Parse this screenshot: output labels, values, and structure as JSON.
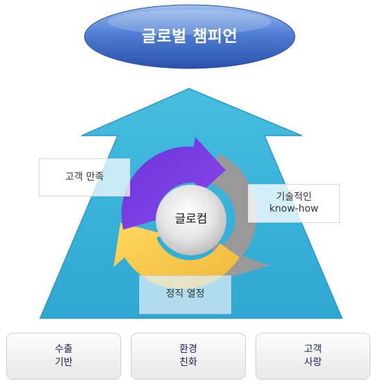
{
  "diagram": {
    "top_title": "글로벌 챔피언",
    "center": "글로컴",
    "labels": {
      "customer_satisfaction": "고객 만족",
      "tech_line1": "기술적인",
      "tech_line2": "know-how",
      "passion": "정직 열정"
    },
    "pillars": [
      {
        "line1": "수출",
        "line2": "기반"
      },
      {
        "line1": "환경",
        "line2": "친화"
      },
      {
        "line1": "고객",
        "line2": "사랑"
      }
    ]
  },
  "colors": {
    "arrow_blue": "#3fb4d8",
    "purple": "#7a3ee0",
    "gray": "#9a9a9a",
    "yellow": "#f5c84a",
    "ellipse_blue": "#3a66c4",
    "pillar_text": "#1f1f66"
  }
}
